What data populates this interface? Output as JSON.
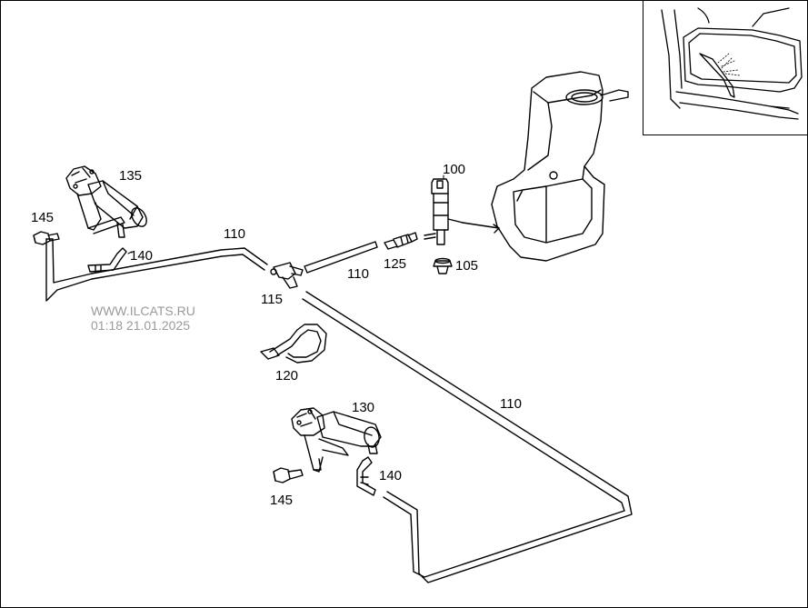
{
  "parts": {
    "p100": "100",
    "p105": "105",
    "p110_top": "110",
    "p110_mid": "110",
    "p110_right": "110",
    "p115": "115",
    "p120": "120",
    "p125": "125",
    "p130": "130",
    "p135": "135",
    "p140_top": "140",
    "p140_bottom": "140",
    "p145_top": "145",
    "p145_bottom": "145"
  },
  "watermark": {
    "site": "WWW.ILCATS.RU",
    "timestamp": "01:18 21.01.2025"
  },
  "icons": {
    "inset": "windshield-washer-spray-icon"
  }
}
